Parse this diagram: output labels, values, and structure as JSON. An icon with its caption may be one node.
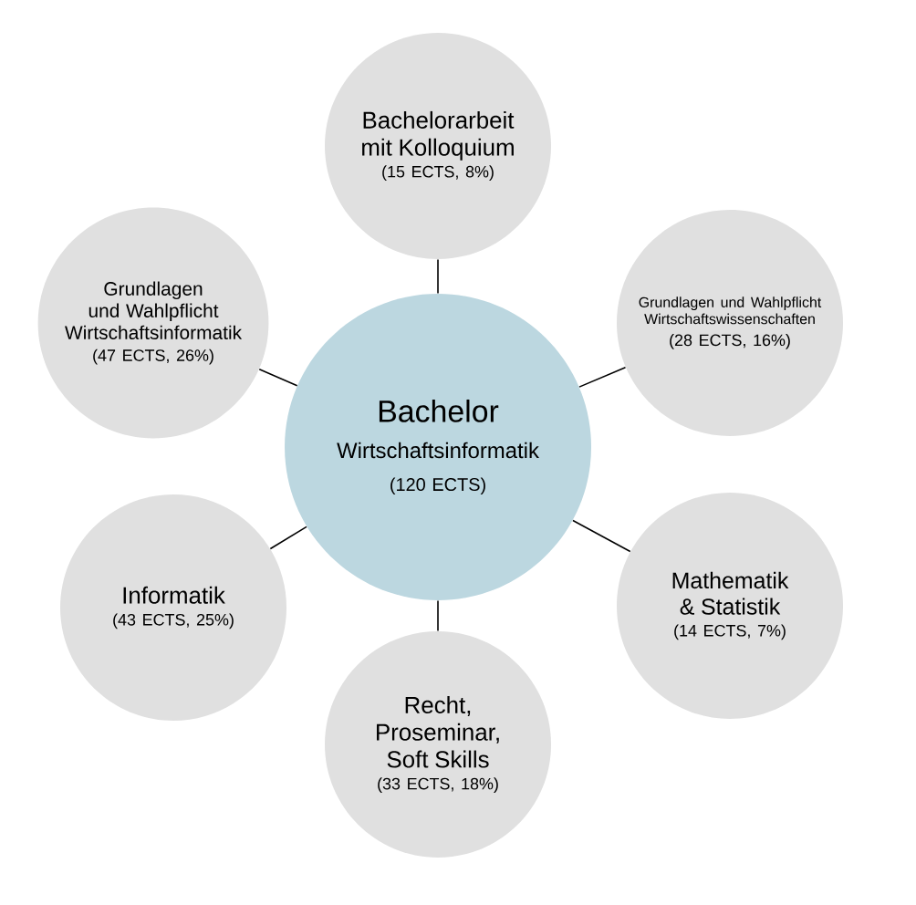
{
  "diagram": {
    "nodes": [
      {
        "text": [
          "Bachelor",
          "Wirtschaftsinformatik",
          "(120 ECTS)"
        ]
      },
      {
        "text": [
          "Bachelorarbeit mit Kolloquium",
          "(15 ECTS, 8%)"
        ]
      },
      {
        "text": [
          "Grundlagen und Wahlpflicht Wirtschaftsinformatik",
          "(47 ECTS, 26%)"
        ]
      },
      {
        "text": [
          "Grundlagen und Wahlpflicht Wirtschaftswissenschaften",
          "(28 ECTS, 16%)"
        ]
      },
      {
        "text": [
          "Informatik",
          "(43 ECTS, 25%)"
        ]
      },
      {
        "text": [
          "Mathematik & Statistik",
          "(14 ECTS, 7%)"
        ]
      },
      {
        "text": [
          "Recht, Proseminar, Soft Skills",
          "(33 ECTS, 18%)"
        ]
      }
    ],
    "edges": [
      {
        "from": 0,
        "to": 1,
        "arrow": "none"
      },
      {
        "from": 0,
        "to": 2,
        "arrow": "none"
      },
      {
        "from": 0,
        "to": 3,
        "arrow": "none"
      },
      {
        "from": 0,
        "to": 4,
        "arrow": "none"
      },
      {
        "from": 0,
        "to": 5,
        "arrow": "none"
      },
      {
        "from": 0,
        "to": 6,
        "arrow": "none"
      }
    ]
  }
}
